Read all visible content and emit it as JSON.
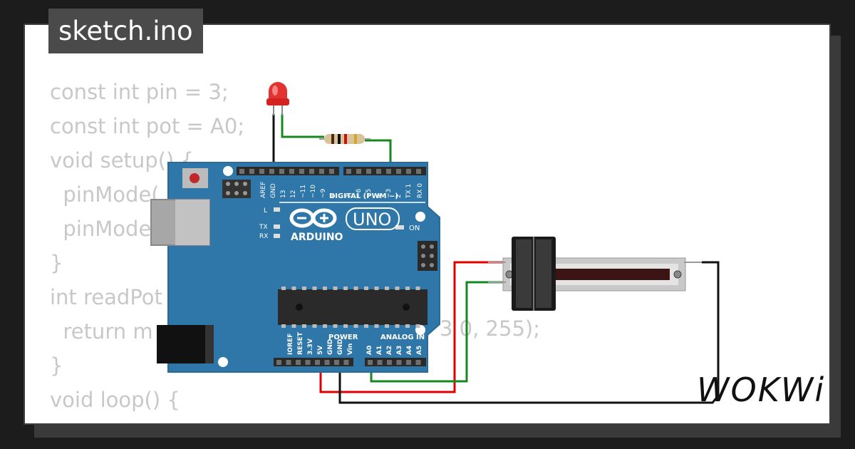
{
  "title": "sketch.ino",
  "code_lines": [
    "const int pin = 3;",
    "const int pot = A0;",
    "void setup() {",
    "  pinMode(",
    "  pinMode",
    "}",
    "int readPot",
    "  return m",
    "}",
    "void loop() {"
  ],
  "code_fragment": "3 0, 255);",
  "brand": "WOKWi",
  "board": {
    "model": "UNO",
    "logo_text": "ARDUINO",
    "digital_label": "DIGITAL (PWM ~)",
    "power_label": "POWER",
    "analog_label": "ANALOG IN",
    "on_label": "ON",
    "l_label": "L",
    "tx_label": "TX",
    "rx_label": "RX",
    "top_pins": [
      "AREF",
      "GND",
      "13",
      "12",
      "~11",
      "~10",
      "~9",
      "8",
      "7",
      "~6",
      "~5",
      "4",
      "~3",
      "2",
      "TX 1",
      "RX 0"
    ],
    "power_pins": [
      "IOREF",
      "RESET",
      "3.3V",
      "5V",
      "GND",
      "GND",
      "Vin"
    ],
    "analog_pins": [
      "A0",
      "A1",
      "A2",
      "A3",
      "A4",
      "A5"
    ]
  },
  "colors": {
    "board": "#2f77a8",
    "wire_red": "#e00000",
    "wire_green": "#14881c",
    "wire_black": "#111111",
    "led": "#e23232"
  }
}
